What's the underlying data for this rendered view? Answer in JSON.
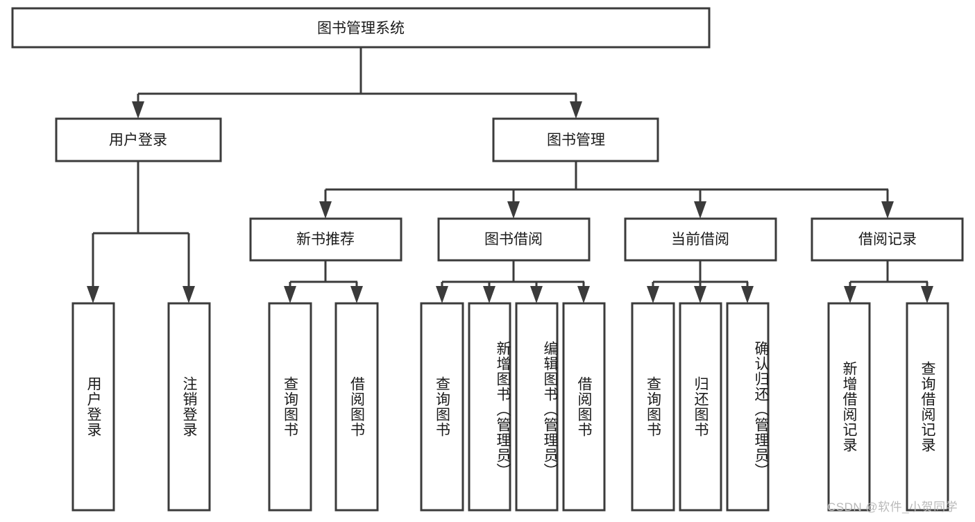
{
  "diagram": {
    "title": "图书管理系统",
    "watermark": "CSDN @软件_小贺同学",
    "colors": {
      "box_stroke": "#3b3b3b",
      "box_fill": "#ffffff",
      "text": "#1a1a1a",
      "background": "#ffffff",
      "watermark": "#b9b9b9"
    },
    "root": {
      "label": "图书管理系统"
    },
    "level2": [
      {
        "label": "用户登录"
      },
      {
        "label": "图书管理"
      }
    ],
    "level3": [
      {
        "label": "新书推荐"
      },
      {
        "label": "图书借阅"
      },
      {
        "label": "当前借阅"
      },
      {
        "label": "借阅记录"
      }
    ],
    "leaves": {
      "user_login": [
        {
          "label": "用户登录"
        },
        {
          "label": "注销登录"
        }
      ],
      "new_book_recommend": [
        {
          "label": "查询图书"
        },
        {
          "label": "借阅图书"
        }
      ],
      "book_borrow": [
        {
          "label": "查询图书"
        },
        {
          "label": "新增图书（管理员）"
        },
        {
          "label": "编辑图书（管理员）"
        },
        {
          "label": "借阅图书"
        }
      ],
      "current_borrow": [
        {
          "label": "查询图书"
        },
        {
          "label": "归还图书"
        },
        {
          "label": "确认归还（管理员）"
        }
      ],
      "borrow_record": [
        {
          "label": "新增借阅记录"
        },
        {
          "label": "查询借阅记录"
        }
      ]
    }
  },
  "chart_data": {
    "type": "diagram",
    "title": "图书管理系统",
    "structure": "tree",
    "nodes": [
      {
        "id": "root",
        "label": "图书管理系统",
        "level": 0,
        "parent": null
      },
      {
        "id": "n1",
        "label": "用户登录",
        "level": 1,
        "parent": "root"
      },
      {
        "id": "n2",
        "label": "图书管理",
        "level": 1,
        "parent": "root"
      },
      {
        "id": "n1a",
        "label": "用户登录",
        "level": 2,
        "parent": "n1"
      },
      {
        "id": "n1b",
        "label": "注销登录",
        "level": 2,
        "parent": "n1"
      },
      {
        "id": "n21",
        "label": "新书推荐",
        "level": 2,
        "parent": "n2"
      },
      {
        "id": "n22",
        "label": "图书借阅",
        "level": 2,
        "parent": "n2"
      },
      {
        "id": "n23",
        "label": "当前借阅",
        "level": 2,
        "parent": "n2"
      },
      {
        "id": "n24",
        "label": "借阅记录",
        "level": 2,
        "parent": "n2"
      },
      {
        "id": "n21a",
        "label": "查询图书",
        "level": 3,
        "parent": "n21"
      },
      {
        "id": "n21b",
        "label": "借阅图书",
        "level": 3,
        "parent": "n21"
      },
      {
        "id": "n22a",
        "label": "查询图书",
        "level": 3,
        "parent": "n22"
      },
      {
        "id": "n22b",
        "label": "新增图书（管理员）",
        "level": 3,
        "parent": "n22"
      },
      {
        "id": "n22c",
        "label": "编辑图书（管理员）",
        "level": 3,
        "parent": "n22"
      },
      {
        "id": "n22d",
        "label": "借阅图书",
        "level": 3,
        "parent": "n22"
      },
      {
        "id": "n23a",
        "label": "查询图书",
        "level": 3,
        "parent": "n23"
      },
      {
        "id": "n23b",
        "label": "归还图书",
        "level": 3,
        "parent": "n23"
      },
      {
        "id": "n23c",
        "label": "确认归还（管理员）",
        "level": 3,
        "parent": "n23"
      },
      {
        "id": "n24a",
        "label": "新增借阅记录",
        "level": 3,
        "parent": "n24"
      },
      {
        "id": "n24b",
        "label": "查询借阅记录",
        "level": 3,
        "parent": "n24"
      }
    ]
  }
}
